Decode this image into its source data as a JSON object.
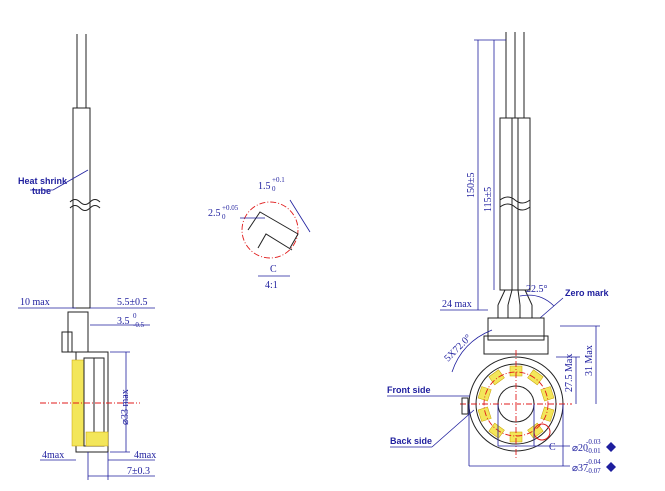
{
  "views": {
    "side": {
      "heat_shrink_label_line1": "Heat shrink",
      "heat_shrink_label_line2": "tube",
      "dim_10max": "10 max",
      "dim_5_5": "5.5±0.5",
      "dim_3_5": "3.5",
      "dim_3_5_tol_upper": "0",
      "dim_3_5_tol_lower": "-0.5",
      "dim_dia33": "⌀33 max",
      "dim_4max_left": "4max",
      "dim_4max_right": "4max",
      "dim_7": "7±0.3"
    },
    "detail": {
      "dim_1_5": "1.5",
      "dim_1_5_tol_upper": "+0.1",
      "dim_1_5_tol_lower": "0",
      "dim_2_5": "2.5",
      "dim_2_5_tol_upper": "+0.05",
      "dim_2_5_tol_lower": "0",
      "detail_letter": "C",
      "detail_scale": "4:1"
    },
    "front": {
      "dim_150": "150±5",
      "dim_115": "115±5",
      "dim_22_5": "22.5°",
      "zero_mark": "Zero mark",
      "dim_24max": "24 max",
      "dim_5x72": "5X72.0°",
      "dim_27_5": "27.5 Max",
      "dim_31": "31 Max",
      "front_side": "Front side",
      "back_side": "Back side",
      "detail_ref": "C",
      "dim_dia20": "⌀20",
      "dim_dia20_tol_upper": "-0.03",
      "dim_dia20_tol_lower": "-0.01",
      "dim_dia37": "⌀37",
      "dim_dia37_tol_upper": "-0.04",
      "dim_dia37_tol_lower": "-0.07"
    }
  },
  "colors": {
    "dimension": "#1e1e9e",
    "centerline": "#e01b1b",
    "coil": "#f3e65a",
    "outline": "#222222"
  }
}
